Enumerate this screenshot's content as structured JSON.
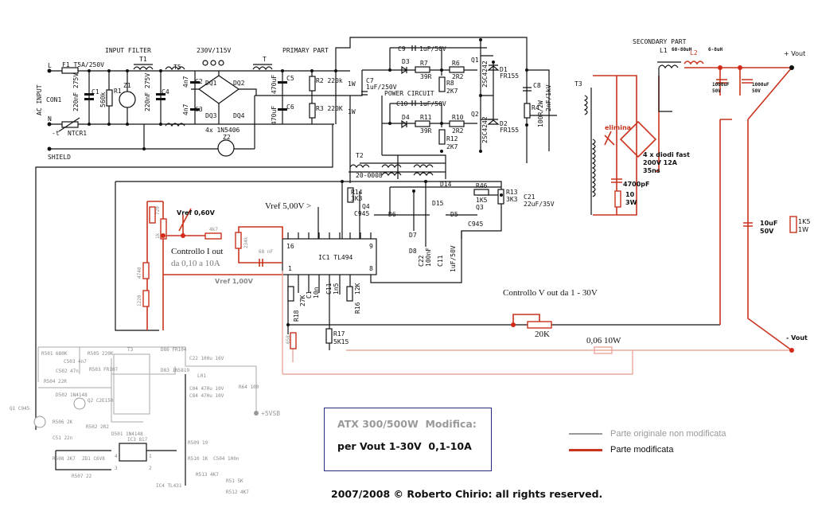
{
  "colors": {
    "original": "#999999",
    "modified": "#c8341e",
    "modified_light": "#eba89c",
    "wire": "#111111",
    "title_box_border": "#2a2a7a"
  },
  "sections": {
    "input_filter": "INPUT FILTER",
    "primary": "PRIMARY PART",
    "secondary": "SECONDARY PART",
    "power_circuit": "POWER CIRCUIT",
    "selector": "230V/115V"
  },
  "input": {
    "L": "L",
    "N": "N",
    "ac_input": "AC INPUT",
    "con1": "CON1",
    "shield": "SHIELD",
    "fuse": "F1 T5A/250V",
    "ntc": "NTCR1",
    "ntc_t": "-t",
    "c1": "C1",
    "c1_val": "220nF 275V",
    "r1": "R1",
    "r1_val": "560k",
    "z1": "Z1",
    "c4": "C4",
    "c4_val": "220nF 275V",
    "t1": "T1",
    "t5": "T5",
    "c2": "C2",
    "c3": "C3",
    "c2_val": "4n7",
    "c3_val": "4n7",
    "dq1": "DQ1",
    "dq2": "DQ2",
    "dq3": "DQ3",
    "dq4": "DQ4",
    "bridge": "4x 1N5406",
    "z2": "Z2",
    "t": "T",
    "c5": "C5",
    "c6": "C6",
    "c5_val": "470uF",
    "c6_val": "470uF",
    "r2": "R2 220k",
    "r3": "R3 220K",
    "r2_w": "1W",
    "r3_w": "1W"
  },
  "power": {
    "c9": "C9",
    "c9_val": "1uF/50V",
    "d3": "D3",
    "r7": "R7",
    "r7_val": "39R",
    "r6": "R6",
    "r6_val": "2R2",
    "r8": "R8",
    "r8_val": "2K7",
    "q1": "Q1",
    "q1_val": "2SC4242",
    "d1": "D1",
    "d1_val": "FR155",
    "c7": "C7",
    "c7_val": "1uF/250V",
    "c10": "C10",
    "c10_val": "1uF/50V",
    "d4": "D4",
    "r11": "R11",
    "r11_val": "39R",
    "r10": "R10",
    "r10_val": "2R2",
    "r12": "R12",
    "r12_val": "2K7",
    "q2": "Q2",
    "q2_val": "2SC4242",
    "d2": "D2",
    "d2_val": "FR155",
    "c8": "C8",
    "c8_val": "2nF/1kV",
    "r4": "R4",
    "r4_val": "100R/2W",
    "t3": "T3",
    "t2": "T2",
    "t2_val": "20-0008"
  },
  "driver": {
    "r14": "R14",
    "r14_val": "3K3",
    "q4": "Q4",
    "q4_val": "C945",
    "d6": "D6",
    "d14": "D14",
    "d15": "D15",
    "d5": "D5",
    "q3": "Q3",
    "q3_val": "C945",
    "r46": "R46",
    "r46_val": "1K5",
    "r13": "R13",
    "r13_val": "3K3",
    "c21": "C21",
    "c21_val": "22uF/35V",
    "d7": "D7",
    "d8": "D8",
    "c22": "C22",
    "c22_val": "100nF",
    "c11": "C11",
    "c11_val": "1uF/50V"
  },
  "control": {
    "vref5": "Vref 5,00V  >",
    "vref06": "Vref 0,60V",
    "vref1": "Vref 1,00V",
    "r_4k7": "4k7",
    "r_234k": "234k",
    "c_68n": "68 nF",
    "ictrl1": "Controllo I out",
    "ictrl2": "da 0,10 a 10A",
    "r720": "720",
    "p1k": "1k",
    "r4740": "4740",
    "r1220": "1220",
    "ic1": "IC1  TL494",
    "pin16": "16",
    "pin1": "1",
    "pin9": "9",
    "pin8": "8",
    "r18": "R18",
    "r18_val": "27K",
    "c1": "C1",
    "c1_val": "10n",
    "c11": "C11",
    "c11_val": "1n5",
    "r16": "R16",
    "r16_val": "12K",
    "r17": "R17",
    "r17_val": "5K15",
    "r658": "658",
    "vctrl": "Controllo V out da 1 - 30V",
    "pot20k": "20K",
    "shunt": "0,06  10W"
  },
  "secondary": {
    "l1": "L1",
    "l1_val": "60-80uH",
    "l2": "L2",
    "l2_val": "6-8uH",
    "vout_plus": "+ Vout",
    "vout_minus": "- Vout",
    "c_out1": "1000uF",
    "c_out1_v": "50V",
    "c_out2": "1000uF",
    "c_out2_v": "50V",
    "elimina": "elimina",
    "diodes1": "4 x diodi fast",
    "diodes2": "200V 12A",
    "diodes3": "35ns",
    "c_snub": "4700pF",
    "r_snub": "10",
    "r_snub_w": "3W",
    "c_10u": "10uF",
    "c_10u_v": "50V",
    "r_1k5": "1K5",
    "r_1k5_w": "1W"
  },
  "standby": {
    "t3": "T3",
    "d86": "D86 FR104",
    "c22": "C22 100u 16V",
    "d83": "D83 1N5819",
    "l01": "L01",
    "c04": "C04 470u 10V",
    "c84": "C84 470u 10V",
    "r64": "R64 100",
    "vsb": "+5VSB",
    "r501": "R501 680K",
    "c503": "C503 4n7",
    "r505": "R505 220K",
    "r503": "R503 FR107",
    "c502": "C502 47n",
    "r504": "R504 22R",
    "d502": "D502 1N4148",
    "q2": "Q2 C2E150",
    "q1": "Q1 C945",
    "r506": "R506 2K",
    "c51": "C51 22n",
    "r502": "R502 2R2",
    "d501": "D501 1N4148",
    "r508": "R508 2K7",
    "zd1": "ZD1 C6V8",
    "r507": "R507 22",
    "ic3": "IC3 817",
    "r509": "R509 19",
    "r510": "R510 1K",
    "c504": "C504 100n",
    "r513": "R513 4K7",
    "r51": "R51 5K",
    "r512": "R512 4K7",
    "ic4": "IC4 TL431",
    "p4": "4",
    "p3": "3",
    "p1": "1",
    "p2": "2"
  },
  "title_box": {
    "line1": "ATX 300/500W  Modifica:",
    "line2": "per Vout 1-30V  0,1-10A"
  },
  "legend": {
    "original": "Parte originale non modificata",
    "modified": "Parte modificata"
  },
  "copyright": "2007/2008 © Roberto Chirio: all rights reserved."
}
